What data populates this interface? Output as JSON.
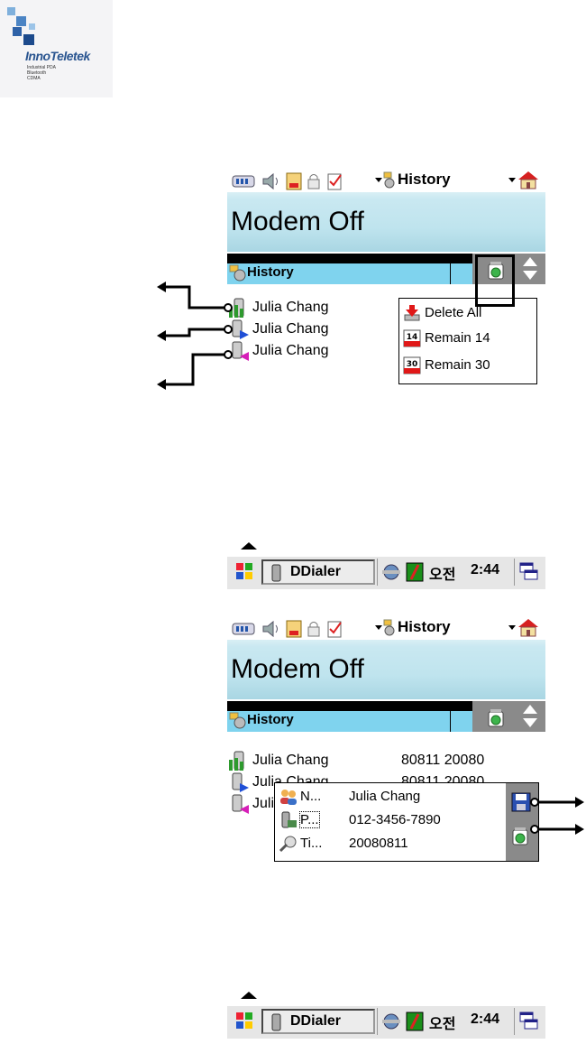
{
  "logo": {
    "brand": "InnoTeletek",
    "tagline_lines": [
      "Industrial PDA",
      "Bluetooth",
      "CDMA"
    ]
  },
  "screens": [
    {
      "status_bar": {
        "app_menu_label": "History"
      },
      "banner": {
        "title": "Modem Off"
      },
      "history_header": {
        "title": "History"
      },
      "rows": [
        {
          "name": "Julia Chang"
        },
        {
          "name": "Julia Chang"
        },
        {
          "name": "Julia Chang"
        }
      ],
      "context_menu": {
        "items": [
          {
            "label": "Delete All"
          },
          {
            "label": "Remain 14",
            "badge": "14"
          },
          {
            "label": "Remain 30",
            "badge": "30"
          }
        ]
      }
    },
    {
      "status_bar": {
        "app_menu_label": "History"
      },
      "banner": {
        "title": "Modem Off"
      },
      "history_header": {
        "title": "History"
      },
      "rows": [
        {
          "name": "Julia Chang",
          "date": "80811 20080"
        },
        {
          "name": "Julia Chang",
          "date": "80811 20080"
        },
        {
          "name": "Julia Chang",
          "date": ""
        }
      ],
      "detail_popup": {
        "fields": [
          {
            "key": "N...",
            "value": "Julia Chang"
          },
          {
            "key": "P...",
            "value": "012-3456-7890"
          },
          {
            "key": "Ti...",
            "value": "20080811"
          }
        ]
      }
    }
  ],
  "taskbar": {
    "active_app": "DDialer",
    "ampm": "오전",
    "time": "2:44"
  },
  "colors": {
    "header_blue": "#7fd3ee",
    "banner": "#bfe4ee",
    "incoming": "#2e9a2e",
    "outgoing": "#1f4fd6",
    "missed": "#d61fb8",
    "delete_red": "#e01818"
  }
}
